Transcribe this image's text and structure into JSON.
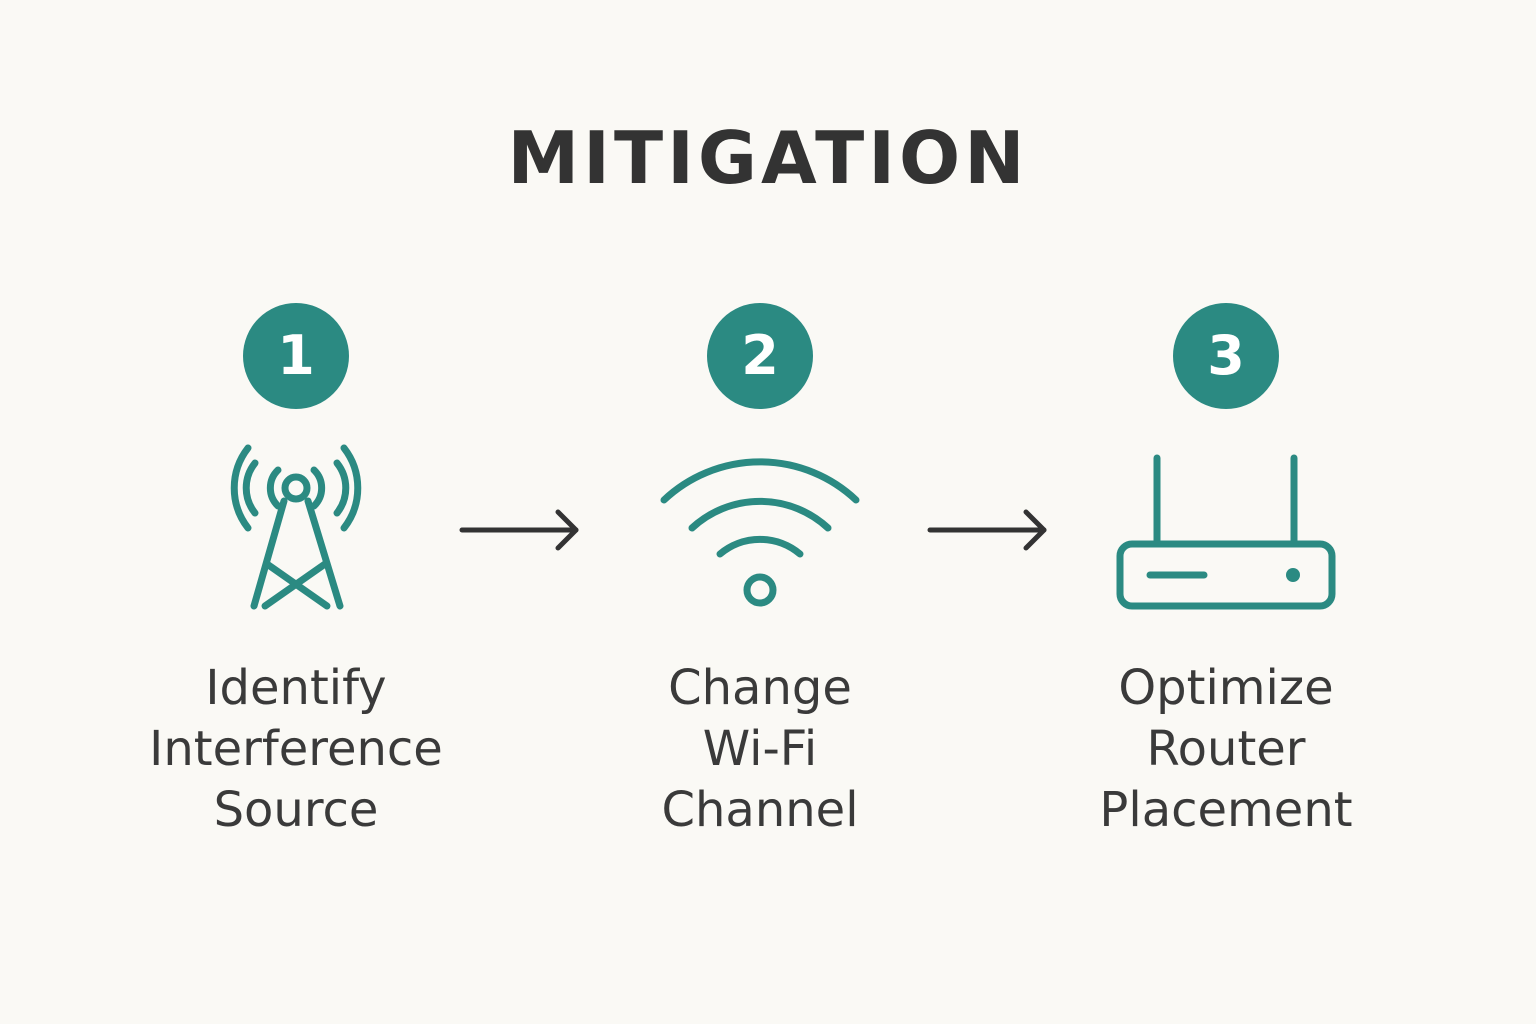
{
  "title": "MITIGATION",
  "colors": {
    "accent": "#2b8a82",
    "text": "#333333",
    "background": "#faf9f5"
  },
  "steps": [
    {
      "number": "1",
      "icon": "radio-tower-icon",
      "label_lines": [
        "Identify",
        "Interference",
        "Source"
      ]
    },
    {
      "number": "2",
      "icon": "wifi-icon",
      "label_lines": [
        "Change",
        "Wi-Fi",
        "Channel"
      ]
    },
    {
      "number": "3",
      "icon": "router-icon",
      "label_lines": [
        "Optimize",
        "Router",
        "Placement"
      ]
    }
  ],
  "arrows": [
    {
      "icon": "arrow-right-icon"
    },
    {
      "icon": "arrow-right-icon"
    }
  ]
}
